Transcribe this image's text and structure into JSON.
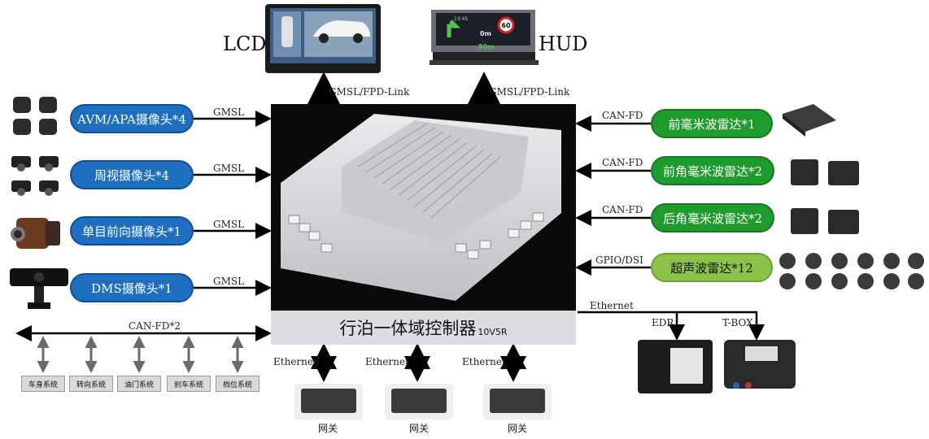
{
  "controller": {
    "name": "行泊一体域控制器",
    "suffix": "10V5R"
  },
  "displays": [
    {
      "name": "LCD",
      "link": "GMSL/FPD-Link"
    },
    {
      "name": "HUD",
      "link": "GMSL/FPD-Link"
    }
  ],
  "hud_screen": {
    "time": "13:45",
    "speed_limit": "60",
    "distance": "0m",
    "speed": "80m"
  },
  "cameras": [
    {
      "label": "AVM/APA摄像头*4",
      "link": "GMSL"
    },
    {
      "label": "周视摄像头*4",
      "link": "GMSL"
    },
    {
      "label": "单目前向摄像头*1",
      "link": "GMSL"
    },
    {
      "label": "DMS摄像头*1",
      "link": "GMSL"
    }
  ],
  "radars": [
    {
      "label": "前毫米波雷达*1",
      "link": "CAN-FD"
    },
    {
      "label": "前角毫米波雷达*2",
      "link": "CAN-FD"
    },
    {
      "label": "后角毫米波雷达*2",
      "link": "CAN-FD"
    },
    {
      "label": "超声波雷达*12",
      "link": "GPIO/DSI"
    }
  ],
  "bus": {
    "label": "CAN-FD*2",
    "systems": [
      "车身系统",
      "转向系统",
      "油门系统",
      "刹车系统",
      "档位系统"
    ]
  },
  "ethernet": {
    "label": "Ethernet",
    "edr": "EDR",
    "tbox": "T-BOX"
  },
  "gateways": [
    {
      "link": "Ethernet",
      "name": "网关"
    },
    {
      "link": "Ethernet",
      "name": "网关"
    },
    {
      "link": "Ethernet",
      "name": "网关"
    }
  ],
  "colors": {
    "camera_pill": "#1f6fc0",
    "radar_pill": "#1f9a2d",
    "ultrasonic_pill": "#8bc34a",
    "controller_label_bg": "#dcdde3"
  }
}
